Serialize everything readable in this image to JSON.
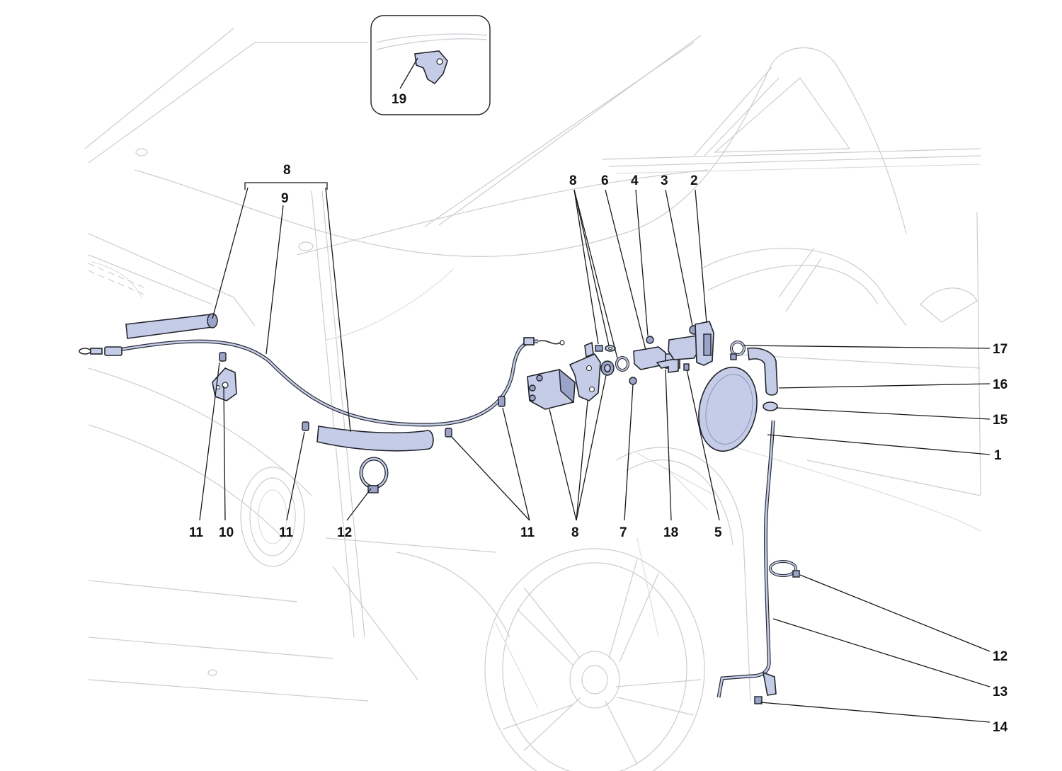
{
  "diagram": {
    "accent_color": "#c4cce8",
    "outline_color": "#22242a",
    "background_color": "#ffffff",
    "inset": {
      "callouts": [
        "19"
      ]
    },
    "callouts_top": [
      "8",
      "9",
      "8",
      "6",
      "4",
      "3",
      "2"
    ],
    "callouts_bottom": [
      "11",
      "10",
      "11",
      "12",
      "11",
      "8",
      "7",
      "18",
      "5"
    ],
    "callouts_right": [
      "17",
      "16",
      "15",
      "1",
      "12",
      "13",
      "14"
    ]
  }
}
